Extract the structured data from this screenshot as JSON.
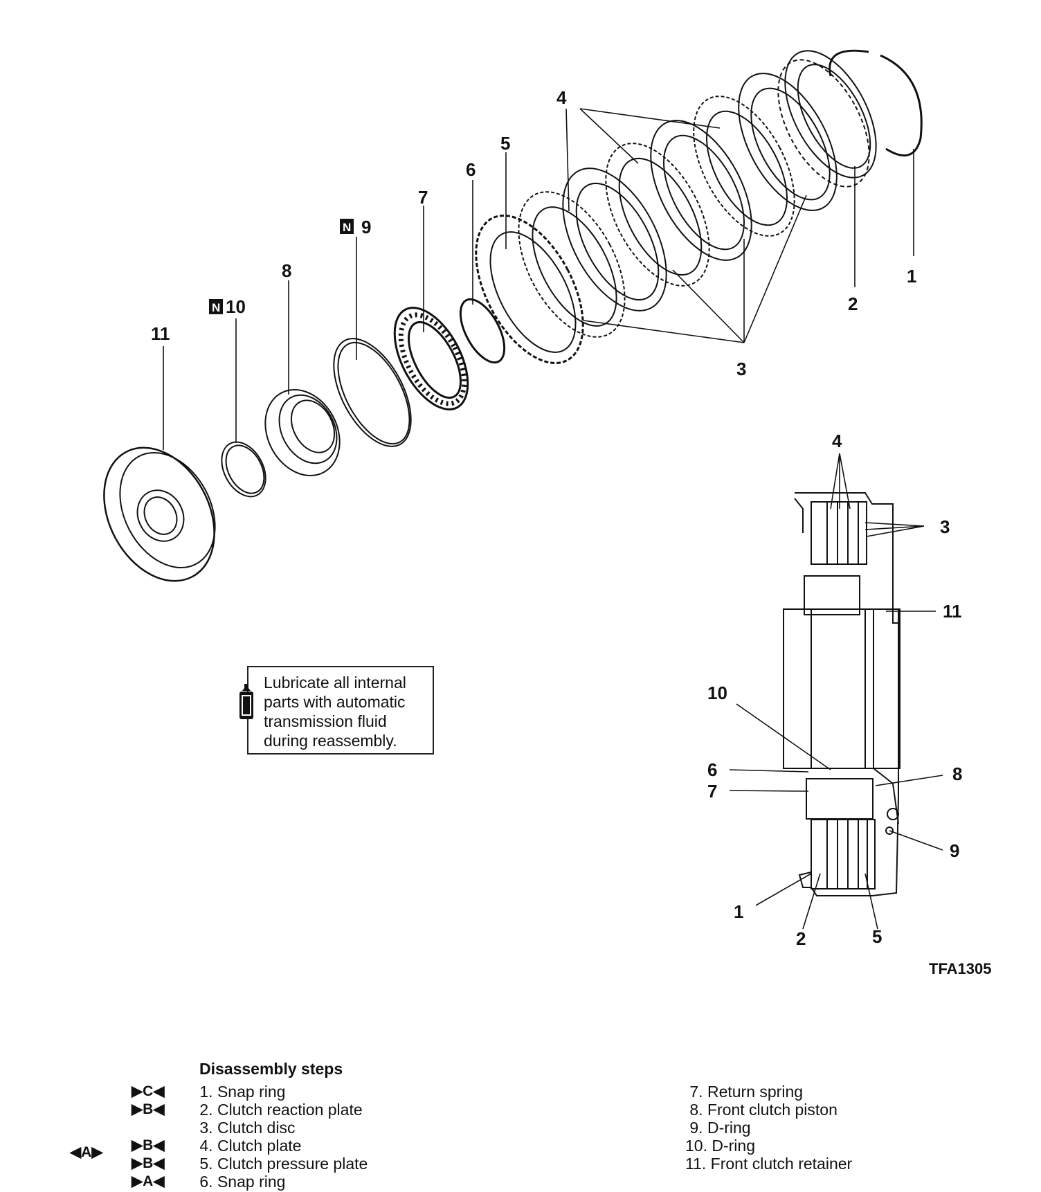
{
  "figure": {
    "code": "TFA1305",
    "exploded_callouts": [
      "1",
      "2",
      "3",
      "4",
      "5",
      "6",
      "7",
      "8",
      "9",
      "10",
      "11"
    ],
    "new_part_marker": "N",
    "section_callouts": [
      "4",
      "3",
      "11",
      "10",
      "6",
      "8",
      "7",
      "9",
      "1",
      "2",
      "5"
    ]
  },
  "note": {
    "icon": "oil-can-icon",
    "text": "Lubricate all internal parts with automatic transmission fluid during reassembly."
  },
  "legend": {
    "title": "Disassembly steps",
    "left_steps": [
      {
        "mark_left": "",
        "mark_right": "▶C◀",
        "label": " 1. Snap ring"
      },
      {
        "mark_left": "",
        "mark_right": "▶B◀",
        "label": " 2. Clutch reaction plate"
      },
      {
        "mark_left": "",
        "mark_right": "",
        "label": " 3. Clutch disc"
      },
      {
        "mark_left": "",
        "mark_right": "▶B◀",
        "label": " 4. Clutch plate"
      },
      {
        "mark_left": "",
        "mark_right": "▶B◀",
        "label": " 5. Clutch pressure plate"
      },
      {
        "mark_left": "◀A▶",
        "mark_right": "▶A◀",
        "label": " 6. Snap ring"
      }
    ],
    "right_steps": [
      {
        "label": " 7. Return spring"
      },
      {
        "label": " 8. Front clutch piston"
      },
      {
        "label": " 9. D-ring"
      },
      {
        "label": "10. D-ring"
      },
      {
        "label": "11. Front clutch retainer"
      }
    ]
  }
}
